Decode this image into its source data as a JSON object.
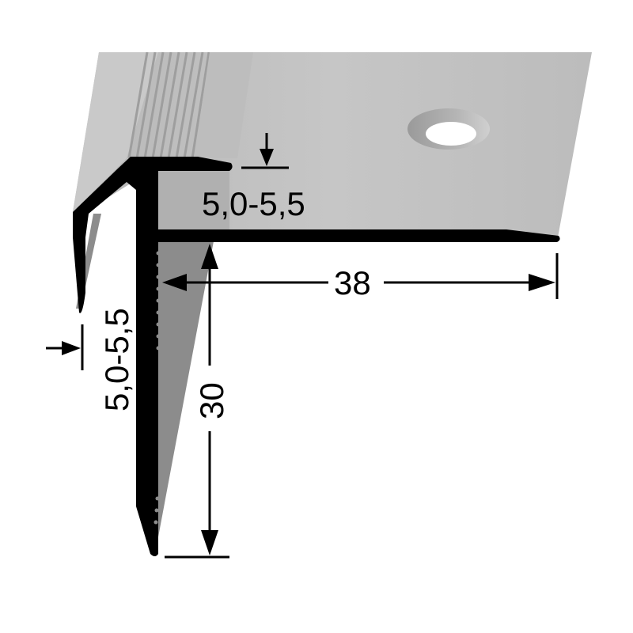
{
  "drawing": {
    "title": "Stair nosing profile technical drawing",
    "dimensions": {
      "top_thickness": "5,0-5,5",
      "side_thickness": "5,0-5,5",
      "width": "38",
      "height": "30"
    },
    "colors": {
      "background": "#ffffff",
      "profile_section": "#000000",
      "surface_light": "#c4c4c4",
      "surface_mid": "#b0b0b0",
      "surface_shadow": "#8c8c8c",
      "hole": "#ffffff",
      "dimension_lines": "#000000"
    },
    "features": [
      "grooved-nosing",
      "countersunk-screw-hole",
      "serrated-legs"
    ]
  }
}
